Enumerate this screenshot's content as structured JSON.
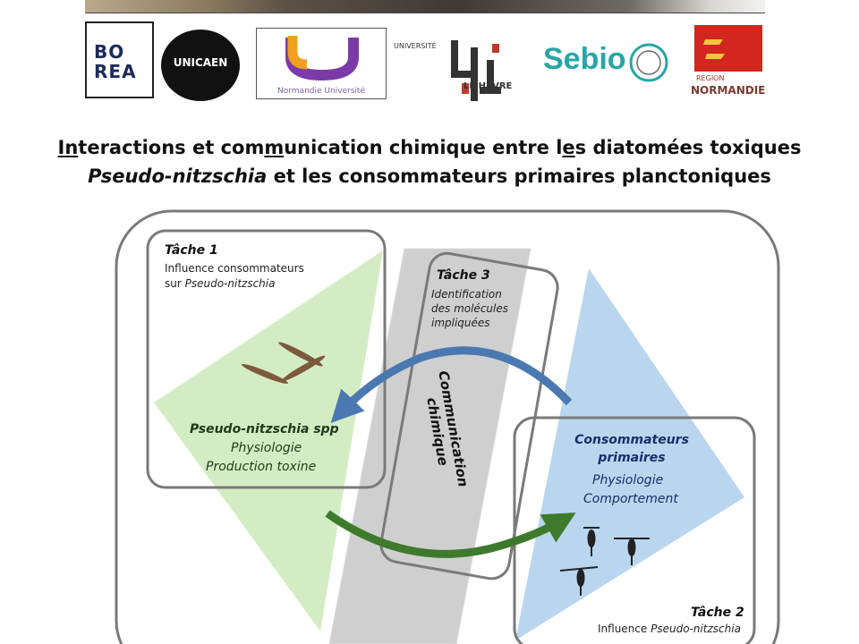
{
  "logos": {
    "borea": [
      "BO",
      "REA"
    ],
    "unicaen": "UNICAEN",
    "normandie_universite": "Normandie Université",
    "ulh": [
      "UNIVERSITÉ",
      "LE HAVRE"
    ],
    "sebio": "Sebio",
    "region": [
      "RÉGION",
      "NORMANDIE"
    ]
  },
  "title": {
    "line1": "Interactions et communication chimique entre les diatomées toxiques",
    "line2_italic": "Pseudo-nitzschia",
    "line2_rest": " et les consommateurs primaires planctoniques"
  },
  "diagram": {
    "tache1": {
      "title": "Tâche 1",
      "line1": "Influence consommateurs",
      "line2_prefix": "sur ",
      "line2_italic": "Pseudo-nitzschia"
    },
    "tache3": {
      "title": "Tâche 3",
      "lines": [
        "Identification",
        "des molécules",
        "impliquées"
      ]
    },
    "tache2": {
      "title": "Tâche 2",
      "line1_prefix": "Influence ",
      "line1_italic": "Pseudo-nitzschia"
    },
    "green": {
      "title": "Pseudo-nitzschia spp",
      "lines": [
        "Physiologie",
        "Production toxine"
      ]
    },
    "blue": {
      "title": [
        "Consommateurs",
        "primaires"
      ],
      "lines": [
        "Physiologie",
        "Comportement"
      ]
    },
    "center": [
      "Communication",
      "chimique"
    ],
    "colors": {
      "green": "#d4ecc4",
      "blue": "#b9d6ee",
      "gray": "#cfcfcf",
      "arrow_blue": "#4a78b0",
      "arrow_green": "#3f7a2c",
      "frame": "#7a7a7a"
    },
    "icons": [
      "diatom-cells-icon",
      "copepod-icon"
    ]
  }
}
